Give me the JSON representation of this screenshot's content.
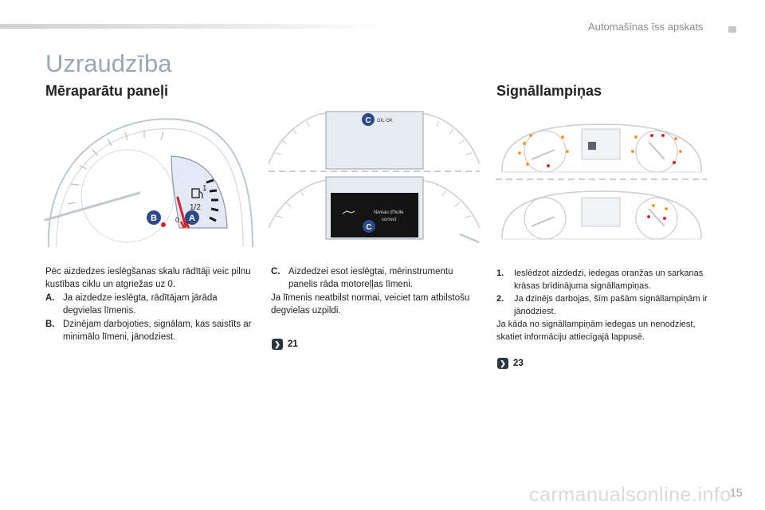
{
  "header": {
    "section_name": "Automašīnas īss apskats",
    "page_number": "15"
  },
  "page_title": "Uzraudzība",
  "left_section": {
    "title": "Mēraparātu paneļi",
    "paragraph_intro": "Pēc aizdedzes ieslēgšanas skalu rādītāji veic pilnu kustības ciklu un atgriežas uz 0.",
    "items": [
      {
        "key": "A.",
        "text": "Ja aizdedze ieslēgta, rādītājam jārāda degvielas līmenis."
      },
      {
        "key": "B.",
        "text": "Dzinējam darbojoties, signālam, kas saistīts ar minimālo līmeni, jānodziest."
      }
    ],
    "gauge_labels": {
      "fuel_full": "1",
      "fuel_half": "1/2",
      "fuel_empty": "0",
      "marker_a": "A",
      "marker_b": "B"
    }
  },
  "middle_section": {
    "item_c_key": "C.",
    "item_c_text": "Aizdedzei esot ieslēgtai, mērinstrumentu panelis rāda motoreļļas līmeni.",
    "paragraph": "Ja līmenis neatbilst normai, veiciet tam atbilstošu degvielas uzpildi.",
    "ref_page": "21",
    "screen_top_text": "OIL OK",
    "screen_bottom_text_1": "Niveau d'huile",
    "screen_bottom_text_2": "correct",
    "marker_c": "C"
  },
  "right_section": {
    "title": "Signāllampiņas",
    "items": [
      {
        "key": "1.",
        "text": "Ieslēdzot aizdedzi, iedegas oranžas un sarkanas krāsas brīdinājuma signāllampiņas."
      },
      {
        "key": "2.",
        "text": "Ja dzinējs darbojas, šīm pašām signāllampiņām ir jānodziest."
      }
    ],
    "paragraph": "Ja kāda no signāllampiņām iedegas un nenodziest, skatiet informāciju attiecīgajā lappusē.",
    "ref_page": "23"
  },
  "watermark": "carmanualsonline.info",
  "colors": {
    "accent_blue": "#2d4a8a",
    "marker_red": "#d6202a",
    "title_grey": "#9aa7b4"
  }
}
